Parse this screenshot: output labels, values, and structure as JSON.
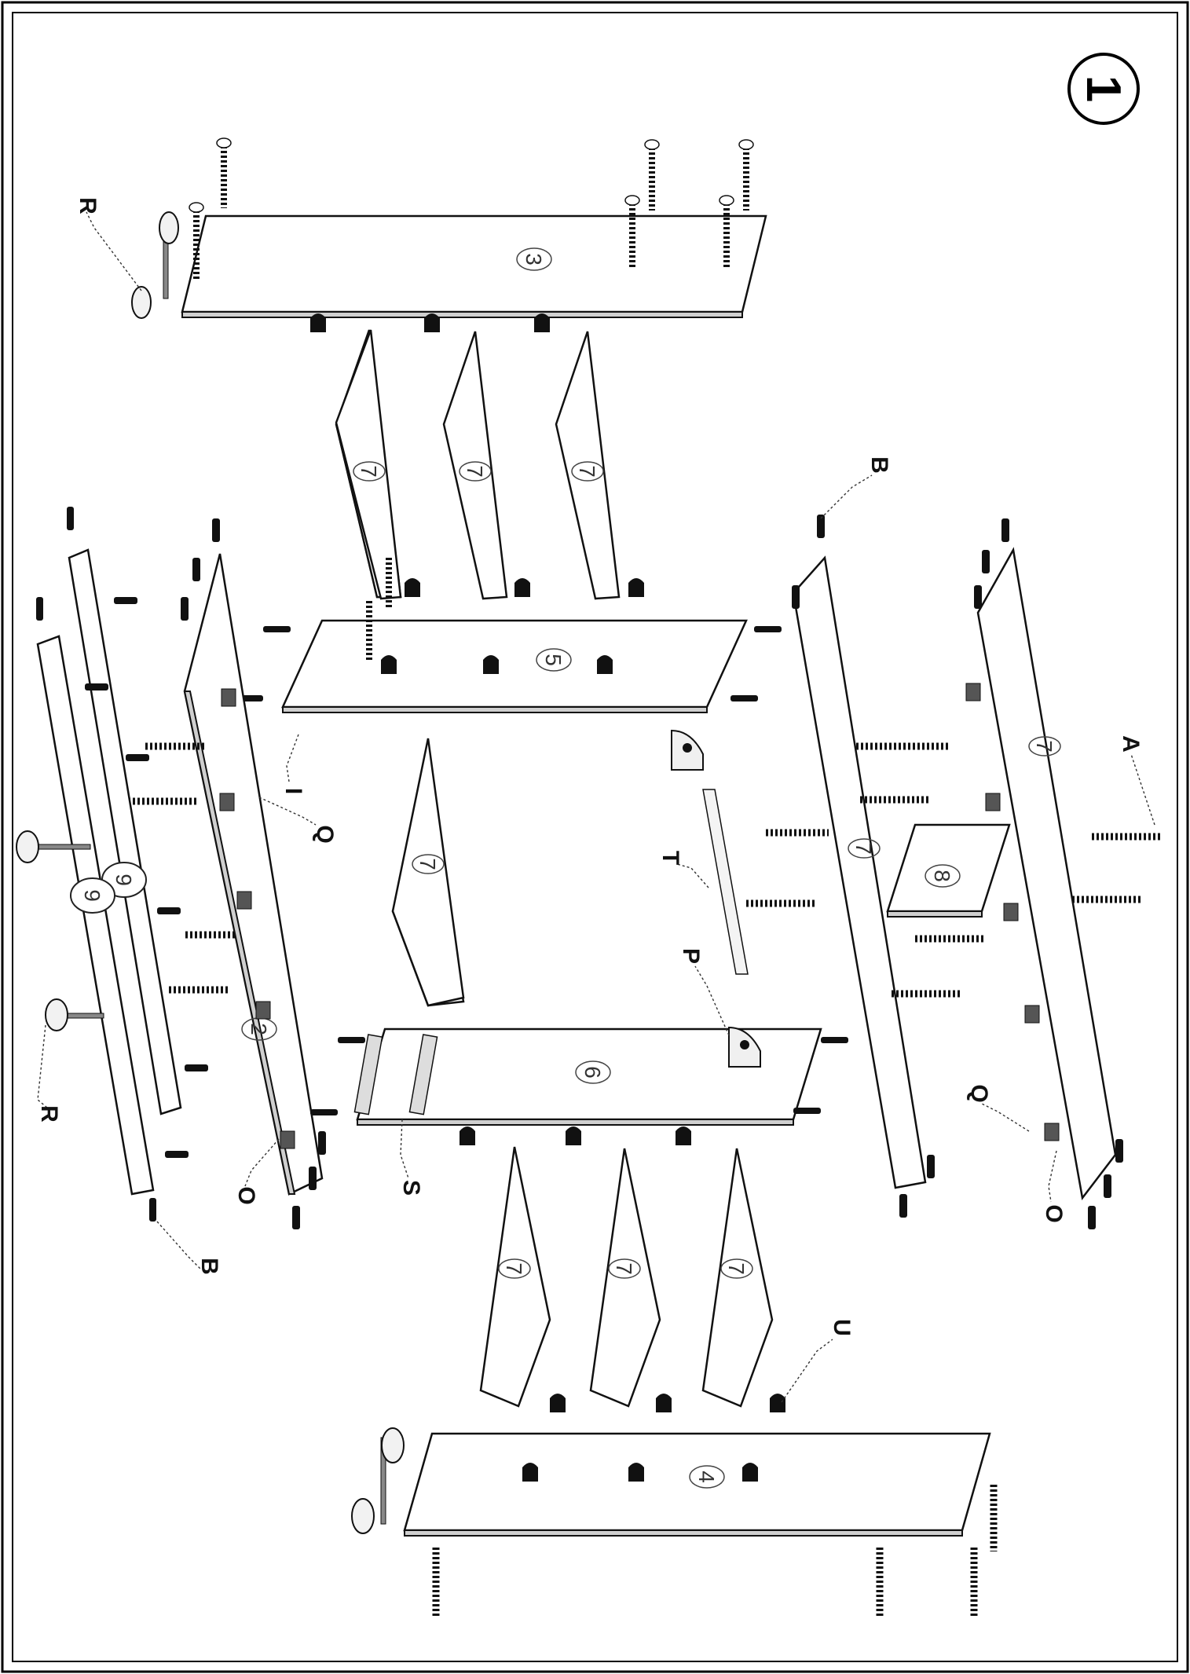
{
  "step": {
    "number": "1"
  },
  "hardware_labels": {
    "A": "A",
    "B_upper": "B",
    "B_lower": "B",
    "I": "I",
    "O_left": "O",
    "O_right": "O",
    "P": "P",
    "Q_left": "Q",
    "Q_right": "Q",
    "R_upper": "R",
    "R_lower": "R",
    "S": "S",
    "T": "T",
    "U": "U"
  },
  "panel_numbers": {
    "p2": "2",
    "p3": "3",
    "p4": "4",
    "p5": "5",
    "p6": "6",
    "p7": "7",
    "p8": "8",
    "p9a": "9",
    "p9b": "9"
  },
  "colors": {
    "line": "#111111",
    "background": "#ffffff"
  }
}
